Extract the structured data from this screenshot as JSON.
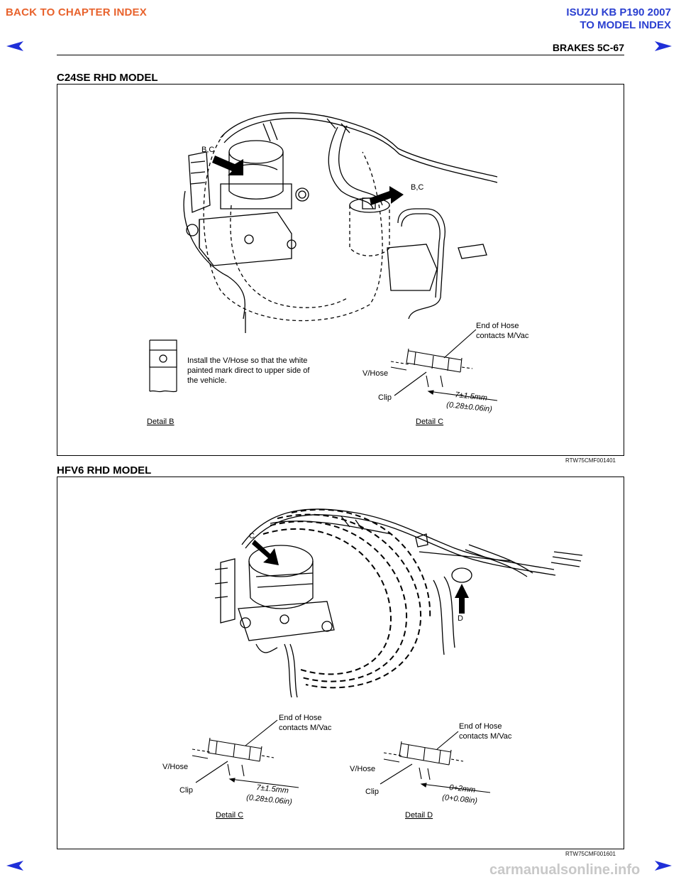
{
  "header": {
    "back_chapter": "BACK TO CHAPTER INDEX",
    "model_line1": "ISUZU KB P190 2007",
    "model_line2": "TO MODEL INDEX",
    "page_title": "BRAKES  5C-67"
  },
  "colors": {
    "link_orange": "#e8622c",
    "link_blue": "#2a3fd0",
    "nav_blue": "#1f2fd8"
  },
  "icons": [
    "prev-page-arrow-icon",
    "next-page-arrow-icon"
  ],
  "section1": {
    "title": "C24SE RHD MODEL",
    "callout_bc_left": "B,C",
    "callout_bc_right": "B,C",
    "install_note": [
      "Install  the  V/Hose  so  that  the  white",
      "painted  mark  direct  to  upper  side  of",
      "the vehicle."
    ],
    "detail_b": "Detail B",
    "detail_c": "Detail C",
    "end_of_hose": [
      "End of Hose",
      "contacts M/Vac"
    ],
    "vhose": "V/Hose",
    "clip": "Clip",
    "dim_mm": "7±1.5mm",
    "dim_in": "(0.28±0.06in)",
    "code": "RTW75CMF001401"
  },
  "section2": {
    "title": "HFV6 RHD MODEL",
    "callout_c": "C",
    "callout_d": "D",
    "left_end_of_hose": [
      "End of Hose",
      "contacts M/Vac"
    ],
    "left_vhose": "V/Hose",
    "left_clip": "Clip",
    "left_dim_mm": "7±1.5mm",
    "left_dim_in": "(0.28±0.06in)",
    "left_detail": "Detail C",
    "right_end_of_hose": [
      "End of Hose",
      "contacts M/Vac"
    ],
    "right_vhose": "V/Hose",
    "right_clip": "Clip",
    "right_dim_mm": "0+2mm",
    "right_dim_in": "(0+0.08in)",
    "right_detail": "Detail D",
    "code": "RTW75CMF001601"
  },
  "footer": {
    "site": "carmanualsonline.info"
  }
}
